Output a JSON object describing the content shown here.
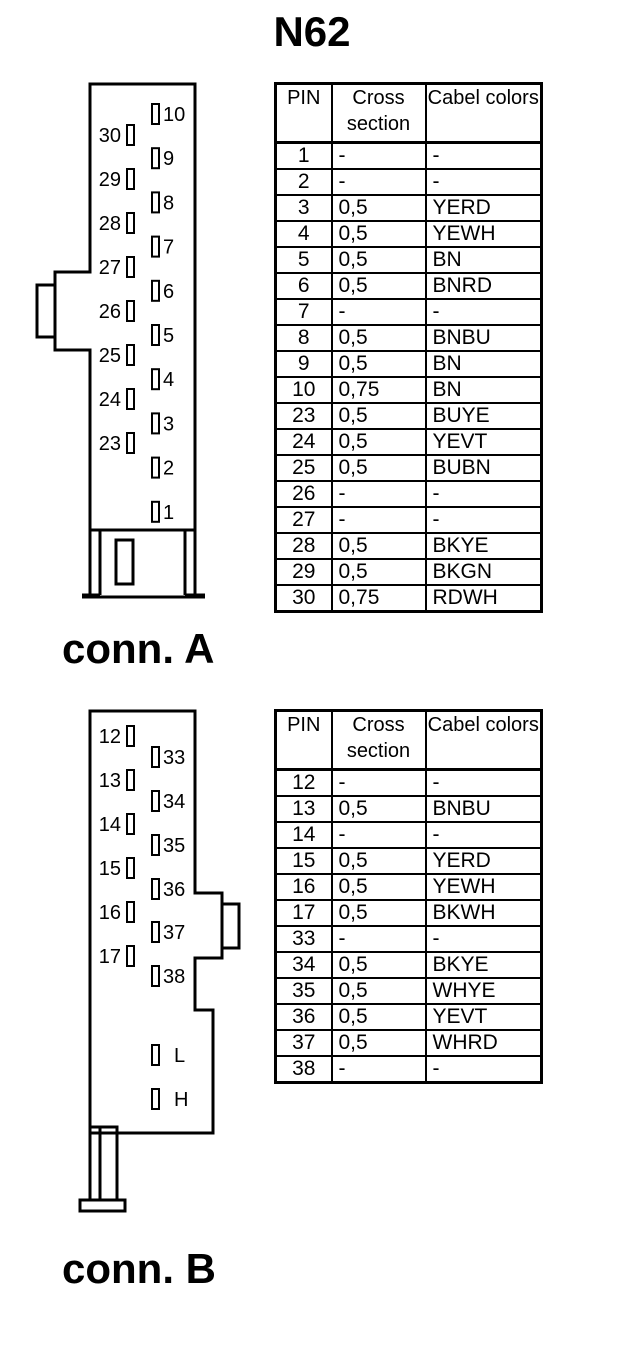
{
  "title": "N62",
  "headers": {
    "pin": "PIN",
    "cross": "Cross section",
    "colors": "Cabel colors"
  },
  "connA": {
    "label": "conn. A",
    "left_pins": [
      "30",
      "29",
      "28",
      "27",
      "26",
      "25",
      "24",
      "23"
    ],
    "right_pins": [
      "10",
      "9",
      "8",
      "7",
      "6",
      "5",
      "4",
      "3",
      "2",
      "1"
    ],
    "rows": [
      [
        "1",
        "-",
        "-"
      ],
      [
        "2",
        "-",
        "-"
      ],
      [
        "3",
        "0,5",
        "YERD"
      ],
      [
        "4",
        "0,5",
        "YEWH"
      ],
      [
        "5",
        "0,5",
        "BN"
      ],
      [
        "6",
        "0,5",
        "BNRD"
      ],
      [
        "7",
        "-",
        "-"
      ],
      [
        "8",
        "0,5",
        "BNBU"
      ],
      [
        "9",
        "0,5",
        "BN"
      ],
      [
        "10",
        "0,75",
        "BN"
      ],
      [
        "23",
        "0,5",
        "BUYE"
      ],
      [
        "24",
        "0,5",
        "YEVT"
      ],
      [
        "25",
        "0,5",
        "BUBN"
      ],
      [
        "26",
        "-",
        "-"
      ],
      [
        "27",
        "-",
        "-"
      ],
      [
        "28",
        "0,5",
        "BKYE"
      ],
      [
        "29",
        "0,5",
        "BKGN"
      ],
      [
        "30",
        "0,75",
        "RDWH"
      ]
    ]
  },
  "connB": {
    "label": "conn. B",
    "left_pins": [
      "12",
      "13",
      "14",
      "15",
      "16",
      "17"
    ],
    "right_pins": [
      "33",
      "34",
      "35",
      "36",
      "37",
      "38",
      "L",
      "H"
    ],
    "rows": [
      [
        "12",
        "-",
        "-"
      ],
      [
        "13",
        "0,5",
        "BNBU"
      ],
      [
        "14",
        "-",
        "-"
      ],
      [
        "15",
        "0,5",
        "YERD"
      ],
      [
        "16",
        "0,5",
        "YEWH"
      ],
      [
        "17",
        "0,5",
        "BKWH"
      ],
      [
        "33",
        "-",
        "-"
      ],
      [
        "34",
        "0,5",
        "BKYE"
      ],
      [
        "35",
        "0,5",
        "WHYE"
      ],
      [
        "36",
        "0,5",
        "YEVT"
      ],
      [
        "37",
        "0,5",
        "WHRD"
      ],
      [
        "38",
        "-",
        "-"
      ]
    ]
  }
}
